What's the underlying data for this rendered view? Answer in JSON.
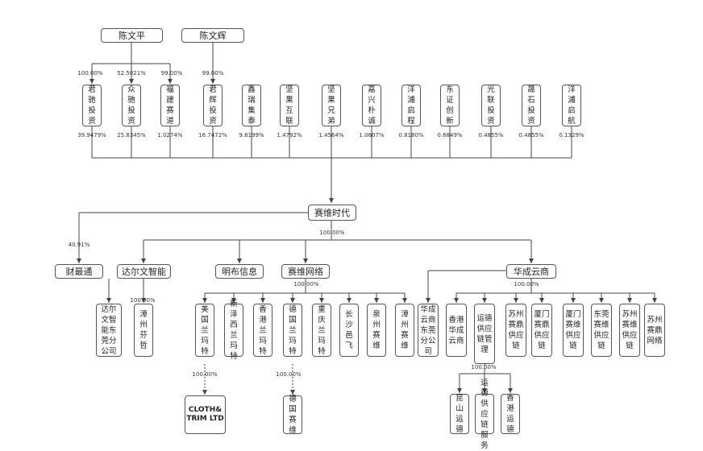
{
  "persons": {
    "chen_wenping": "陈文平",
    "chen_wenhui": "陈文辉"
  },
  "shareholders": [
    {
      "name": "君驰投资",
      "top_pct": "100.00%",
      "bottom_pct": "39.9479%"
    },
    {
      "name": "众驰投资",
      "top_pct": "52.5021%",
      "bottom_pct": "25.8345%"
    },
    {
      "name": "福建赛道",
      "top_pct": "99.00%",
      "bottom_pct": "1.0274%"
    },
    {
      "name": "君辉投资",
      "top_pct": "99.00%",
      "bottom_pct": "16.7472%"
    },
    {
      "name": "鑫瑞集泰",
      "bottom_pct": "9.8199%"
    },
    {
      "name": "坚果互联",
      "bottom_pct": "1.4792%"
    },
    {
      "name": "坚果兄弟",
      "bottom_pct": "1.4564%"
    },
    {
      "name": "嘉兴朴诚",
      "bottom_pct": "1.0607%"
    },
    {
      "name": "洋浦启程",
      "bottom_pct": "0.8180%"
    },
    {
      "name": "东证创新",
      "bottom_pct": "0.6849%"
    },
    {
      "name": "光联投资",
      "bottom_pct": "0.4855%"
    },
    {
      "name": "晟石投资",
      "bottom_pct": "0.4855%"
    },
    {
      "name": "洋浦启航",
      "bottom_pct": "0.1329%"
    }
  ],
  "company": "赛维时代",
  "company_pct_cx": "100.00%",
  "company_pct_main": "100.00%",
  "pct_caizuitong": "40.91%",
  "subs": {
    "caizuitong": "财最通",
    "daerwen": "达尔文智能",
    "mingbu": "明布信息",
    "saiwei_wangluo": "赛维网络",
    "huacheng": "华成云商"
  },
  "daerwen_children": {
    "a": "达尔文智能东莞分公司",
    "b": "漳州芬哲",
    "b_pct": "100.00%"
  },
  "wangluo_pct": "100.00%",
  "wangluo_children": [
    "美国兰玛特",
    "新泽西兰玛特",
    "香港兰玛特",
    "德国兰玛特",
    "重庆兰玛特",
    "长沙邑飞",
    "泉州赛维",
    "漳州赛维"
  ],
  "cloth_pct": "100.00%",
  "cloth_trim": "CLOTH& TRIM LTD",
  "deguo_pct": "100.00%",
  "deguo_saiwei": "德国赛维",
  "huacheng_dg": "华成云商东莞分公司",
  "huacheng_pct": "100.00%",
  "huacheng_children": [
    "香港华成云商",
    "运德供应链管理",
    "苏州赛鼎供应链",
    "厦门赛鼎供应链",
    "厦门赛维供应链",
    "东莞赛维供应链",
    "苏州赛维供应链",
    "苏州赛鼎网络"
  ],
  "yunde_pct": "100.00%",
  "yunde_children": [
    "昆山运德",
    "运德供应链服务",
    "香港运德"
  ]
}
